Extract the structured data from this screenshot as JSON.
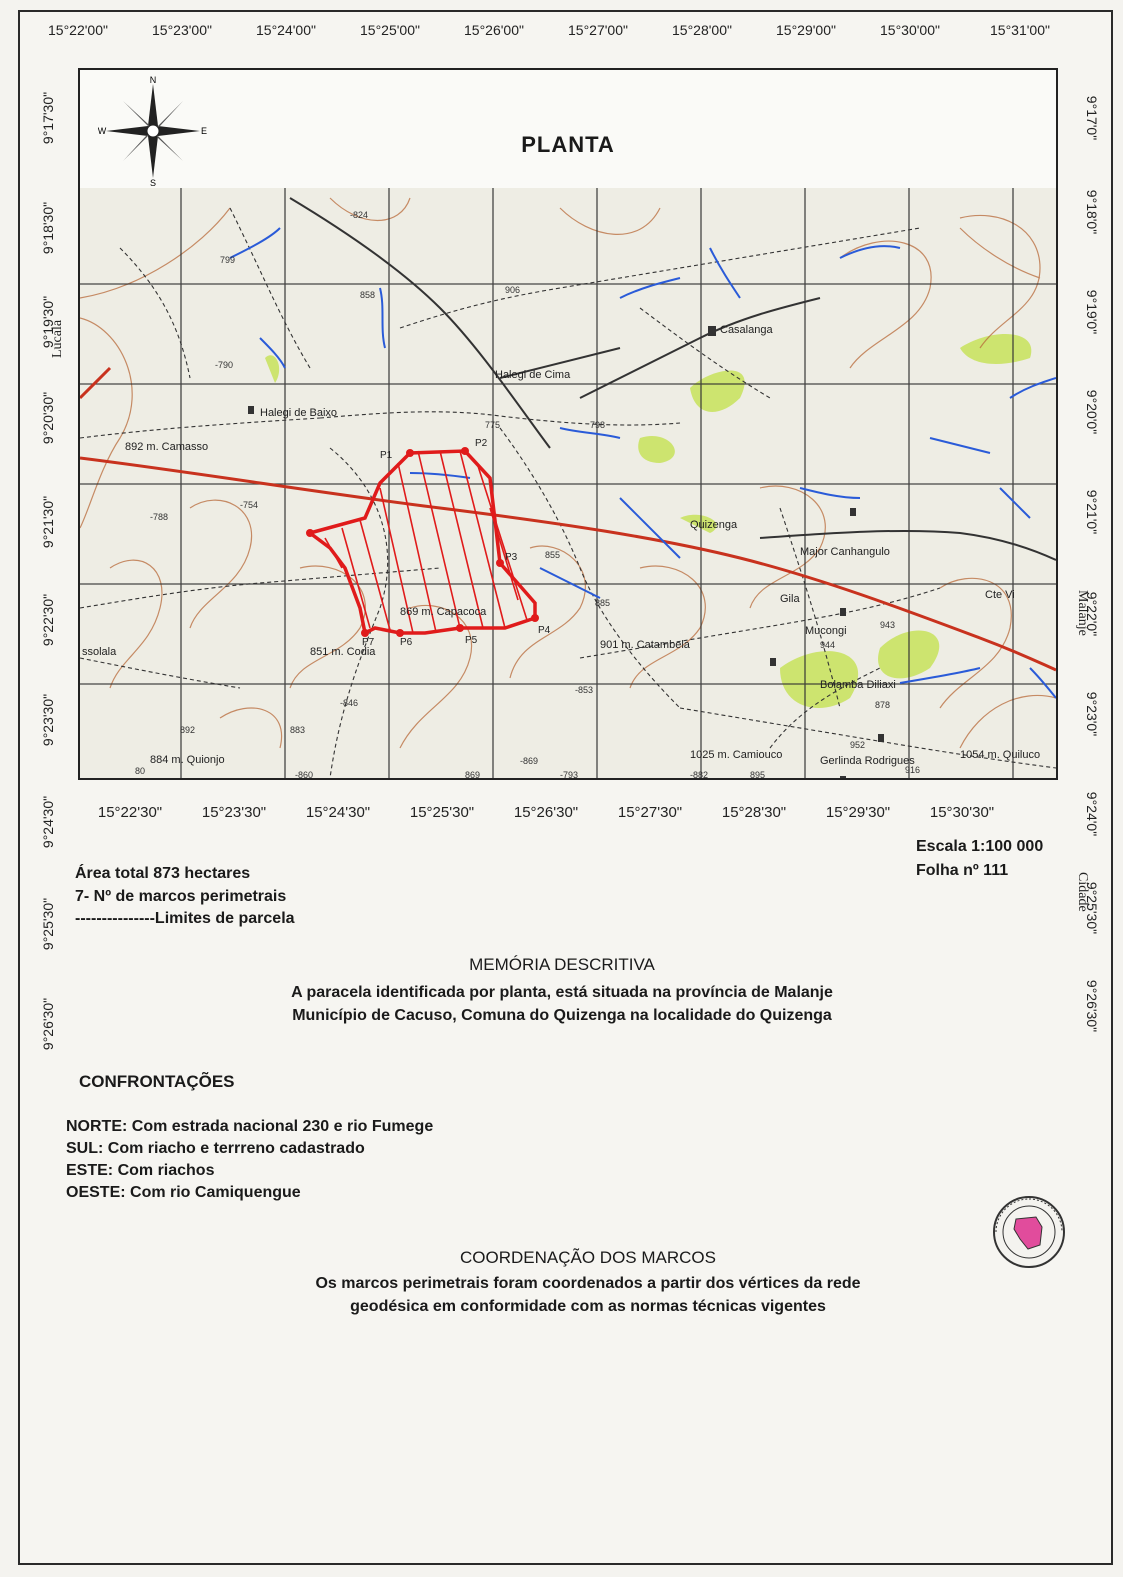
{
  "title": "PLANTA",
  "compass_labels": {
    "n": "N",
    "s": "S",
    "e": "E",
    "w": "W"
  },
  "top_coords": [
    "15°22'00\"",
    "15°23'00\"",
    "15°24'00\"",
    "15°25'00\"",
    "15°26'00\"",
    "15°27'00\"",
    "15°28'00\"",
    "15°29'00\"",
    "15°30'00\"",
    "15°31'00\""
  ],
  "bottom_coords": [
    "15°22'30\"",
    "15°23'30\"",
    "15°24'30\"",
    "15°25'30\"",
    "15°26'30\"",
    "15°27'30\"",
    "15°28'30\"",
    "15°29'30\"",
    "15°30'30\""
  ],
  "left_coords": [
    "9°17'30\"",
    "9°18'30\"",
    "9°19'30\"",
    "9°20'30\"",
    "9°21'30\"",
    "9°22'30\"",
    "9°23'30\"",
    "9°24'30\"",
    "9°25'30\"",
    "9°26'30\""
  ],
  "right_coords": [
    "9°17'0\"",
    "9°18'0\"",
    "9°19'0\"",
    "9°20'0\"",
    "9°21'0\"",
    "9°22'0\"",
    "9°23'0\"",
    "9°24'0\"",
    "9°25'30\"",
    "9°26'30\""
  ],
  "side_labels": {
    "left": "Lucala",
    "right_top": "Malanje",
    "right_bottom": "Cidade"
  },
  "places": [
    {
      "name": "Halegi de Baixo"
    },
    {
      "name": "Halegi de Cima"
    },
    {
      "name": "Casalanga"
    },
    {
      "name": "Quizenga"
    },
    {
      "name": "Major Canhangulo"
    },
    {
      "name": "Gila"
    },
    {
      "name": "Mucongi"
    },
    {
      "name": "Bolamba Diliaxi"
    },
    {
      "name": "Gerlinda Rodrigues"
    },
    {
      "name": "Cte Vi"
    },
    {
      "name": "ssolala"
    },
    {
      "name": "892 m. Camasso"
    },
    {
      "name": "869 m. Capacoca"
    },
    {
      "name": "851 m. Codia"
    },
    {
      "name": "884 m. Quionjo"
    },
    {
      "name": "1025 m. Camiouco"
    },
    {
      "name": "901 m. Catambela"
    },
    {
      "name": "1054 m. Quiluco"
    }
  ],
  "spot_heights": [
    "-824",
    "799",
    "858",
    "906",
    "-790",
    "798",
    "775",
    "-788",
    "-754",
    "855",
    "885",
    "-853",
    "-846",
    "892",
    "869",
    "-793",
    "883",
    "-860",
    "-882",
    "895",
    "-869",
    "878",
    "916",
    "943",
    "944",
    "952",
    "80"
  ],
  "marks": [
    "P1",
    "P2",
    "P3",
    "P4",
    "P5",
    "P6",
    "P7"
  ],
  "legend": {
    "area": "Área total 873 hectares",
    "marks": "7- Nº de marcos perimetrais",
    "limits": "---------------Limites de parcela"
  },
  "scale": {
    "scale": "Escala 1:100 000",
    "sheet": "Folha nº 111"
  },
  "memoria": {
    "heading": "MEMÓRIA DESCRITIVA",
    "line1": "A paracela identificada por planta, está situada na província de Malanje",
    "line2": "Município de Cacuso, Comuna do Quizenga na localidade do Quizenga"
  },
  "confrontacoes": {
    "heading": "CONFRONTAÇÕES",
    "norte": "NORTE: Com estrada nacional 230 e rio Fumege",
    "sul": "SUL: Com riacho e terrreno cadastrado",
    "este": "ESTE: Com riachos",
    "oeste": "OESTE: Com rio Camiquengue"
  },
  "coordenacao": {
    "heading": "COORDENAÇÃO DOS MARCOS",
    "line1": "Os marcos perimetrais foram coordenados a partir dos vértices da rede",
    "line2": "geodésica em conformidade com as normas técnicas vigentes"
  },
  "colors": {
    "parcel": "#e01b1b",
    "road": "#c8321e",
    "river": "#2a5bd8",
    "contour": "#b86a3a",
    "vegetation": "#b8e04a",
    "grid": "#333333"
  }
}
